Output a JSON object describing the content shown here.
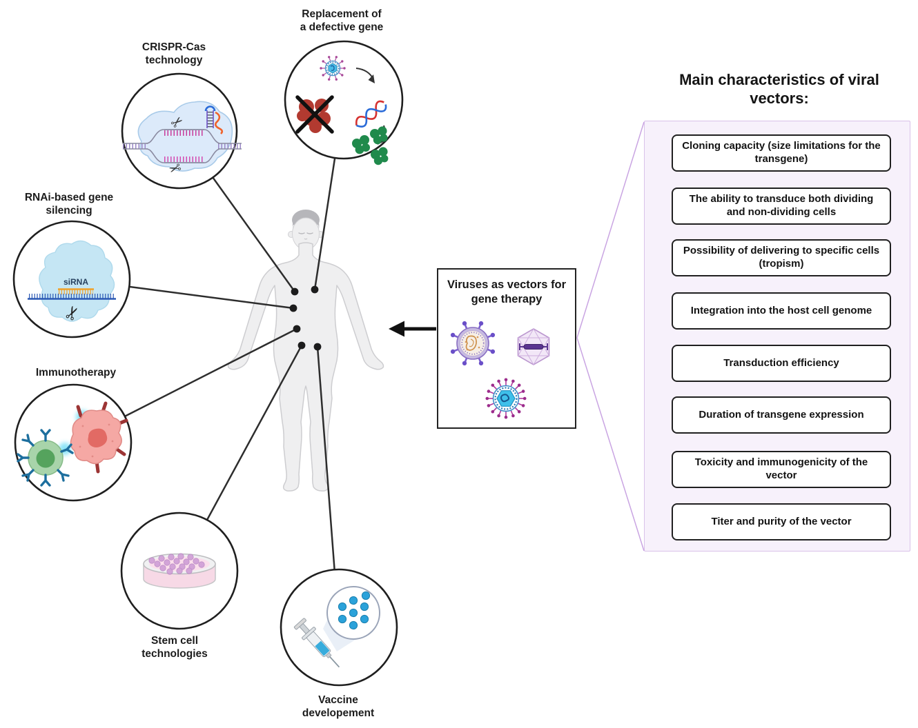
{
  "therapies": [
    {
      "label": "Replacement of\na defective gene"
    },
    {
      "label": "CRISPR-Cas\ntechnology"
    },
    {
      "label": "RNAi-based gene\nsilencing"
    },
    {
      "label": "Immunotherapy"
    },
    {
      "label": "Stem cell\ntechnologies"
    },
    {
      "label": "Vaccine\ndevelopement"
    }
  ],
  "center_box": {
    "title": "Viruses as vectors for\ngene therapy"
  },
  "rnai": {
    "sirna_label": "siRNA"
  },
  "panel": {
    "title": "Main characteristics of viral\nvectors:",
    "items": [
      "Cloning capacity (size limitations for the\ntransgene)",
      "The ability to transduce both dividing\nand non-dividing cells",
      "Possibility of delivering to specific cells\n(tropism)",
      "Integration into the host cell genome",
      "Transduction efficiency",
      "Duration of transgene expression",
      "Toxicity and immunogenicity of the\nvector",
      "Titer and purity of the vector"
    ]
  },
  "icons": {
    "scissors": "✂"
  },
  "colors": {
    "line": "#2d2d2d",
    "panel_bg": "#f7f1fb",
    "panel_border": "#d9c1e9",
    "fan_line": "#c9a4e2",
    "virus_purple": "#7a5fd0",
    "virus_blue": "#3fc0ea",
    "virus_magenta": "#b0389c",
    "defective_red": "#b23a30",
    "healthy_green": "#208a4c",
    "sirna_orange": "#f0a028",
    "body_gray": "#efeff0"
  }
}
